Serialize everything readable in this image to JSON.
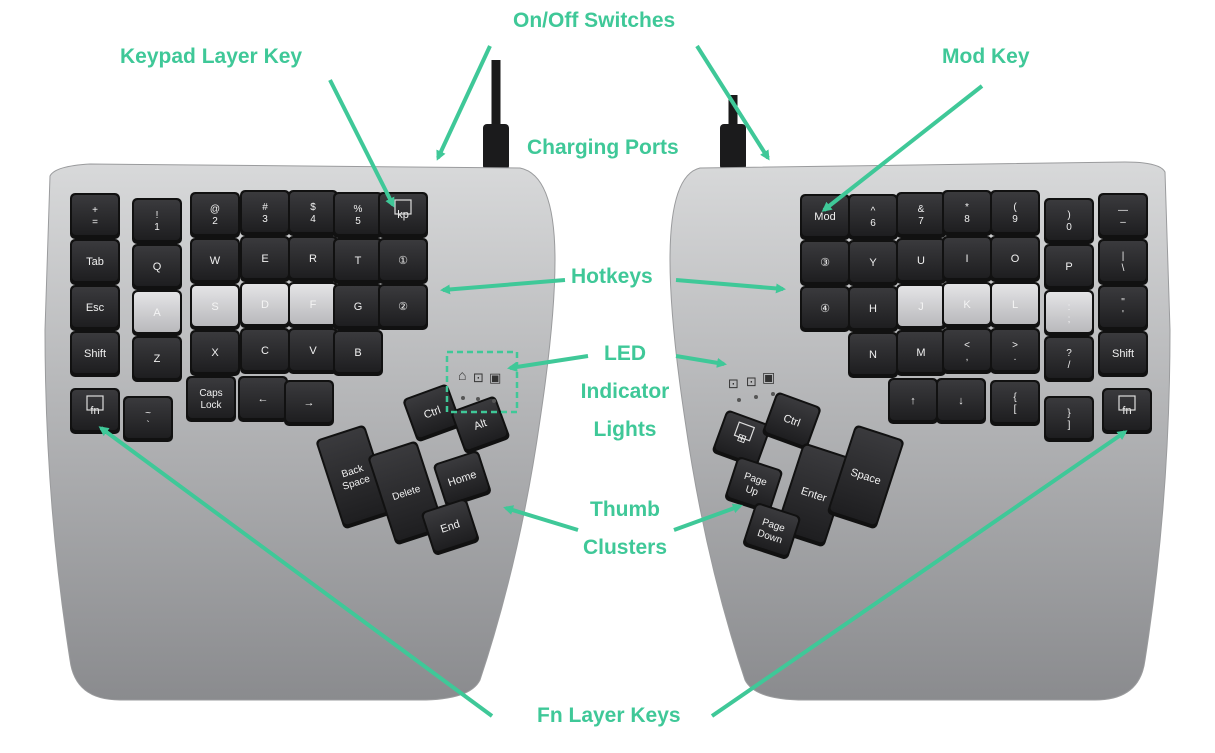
{
  "callouts": {
    "on_off_switches": "On/Off Switches",
    "keypad_layer_key": "Keypad Layer Key",
    "mod_key": "Mod Key",
    "charging_ports": "Charging Ports",
    "hotkeys": "Hotkeys",
    "led_line1": "LED",
    "led_line2": "Indicator",
    "led_line3": "Lights",
    "thumb_line1": "Thumb",
    "thumb_line2": "Clusters",
    "fn_layer_keys": "Fn Layer Keys"
  },
  "colors": {
    "label_green": "#3fc898",
    "body_light": "#c9cacb",
    "body_dark": "#8c8d90",
    "key_dark": "#2a2a2c",
    "key_light": "#cfcfd2"
  },
  "left_keys": [
    {
      "t": "+\n="
    },
    {
      "t": "!\n1"
    },
    {
      "t": "@\n2"
    },
    {
      "t": "#\n3"
    },
    {
      "t": "$\n4"
    },
    {
      "t": "%\n5"
    },
    {
      "t": "kp",
      "icon": "keypad-icon"
    },
    {
      "t": "Tab"
    },
    {
      "t": "Q"
    },
    {
      "t": "W"
    },
    {
      "t": "E"
    },
    {
      "t": "R"
    },
    {
      "t": "T"
    },
    {
      "t": "①"
    },
    {
      "t": "Esc"
    },
    {
      "t": "A"
    },
    {
      "t": "S"
    },
    {
      "t": "D"
    },
    {
      "t": "F"
    },
    {
      "t": "G"
    },
    {
      "t": "②"
    },
    {
      "t": "Shift"
    },
    {
      "t": "Z"
    },
    {
      "t": "X"
    },
    {
      "t": "C"
    },
    {
      "t": "V"
    },
    {
      "t": "B"
    },
    {
      "t": "fn",
      "icon": "fn-icon"
    },
    {
      "t": "~\n`"
    },
    {
      "t": "Caps\nLock"
    },
    {
      "t": "←"
    },
    {
      "t": "→"
    }
  ],
  "left_thumb": [
    {
      "t": "Ctrl"
    },
    {
      "t": "Alt"
    },
    {
      "t": "Back\nSpace"
    },
    {
      "t": "Delete"
    },
    {
      "t": "Home"
    },
    {
      "t": "End"
    }
  ],
  "right_keys": [
    {
      "t": "Mod"
    },
    {
      "t": "^\n6"
    },
    {
      "t": "&\n7"
    },
    {
      "t": "*\n8"
    },
    {
      "t": "(\n9"
    },
    {
      "t": ")\n0"
    },
    {
      "t": "—\n–"
    },
    {
      "t": "③"
    },
    {
      "t": "Y"
    },
    {
      "t": "U"
    },
    {
      "t": "I"
    },
    {
      "t": "O"
    },
    {
      "t": "P"
    },
    {
      "t": "|\n\\"
    },
    {
      "t": "④"
    },
    {
      "t": "H"
    },
    {
      "t": "J"
    },
    {
      "t": "K"
    },
    {
      "t": "L"
    },
    {
      "t": ":\n;"
    },
    {
      "t": "\"\n'"
    },
    {
      "t": "N"
    },
    {
      "t": "M"
    },
    {
      "t": "<\n,"
    },
    {
      "t": ">\n."
    },
    {
      "t": "?\n/"
    },
    {
      "t": "Shift"
    },
    {
      "t": "↑"
    },
    {
      "t": "↓"
    },
    {
      "t": "{\n["
    },
    {
      "t": "}\n]"
    },
    {
      "t": "fn",
      "icon": "fn-icon"
    }
  ],
  "right_thumb": [
    {
      "t": "⊞",
      "icon": "windows-icon"
    },
    {
      "t": "Ctrl"
    },
    {
      "t": "Page\nUp"
    },
    {
      "t": "Enter"
    },
    {
      "t": "Space"
    },
    {
      "t": "Page\nDown"
    }
  ]
}
